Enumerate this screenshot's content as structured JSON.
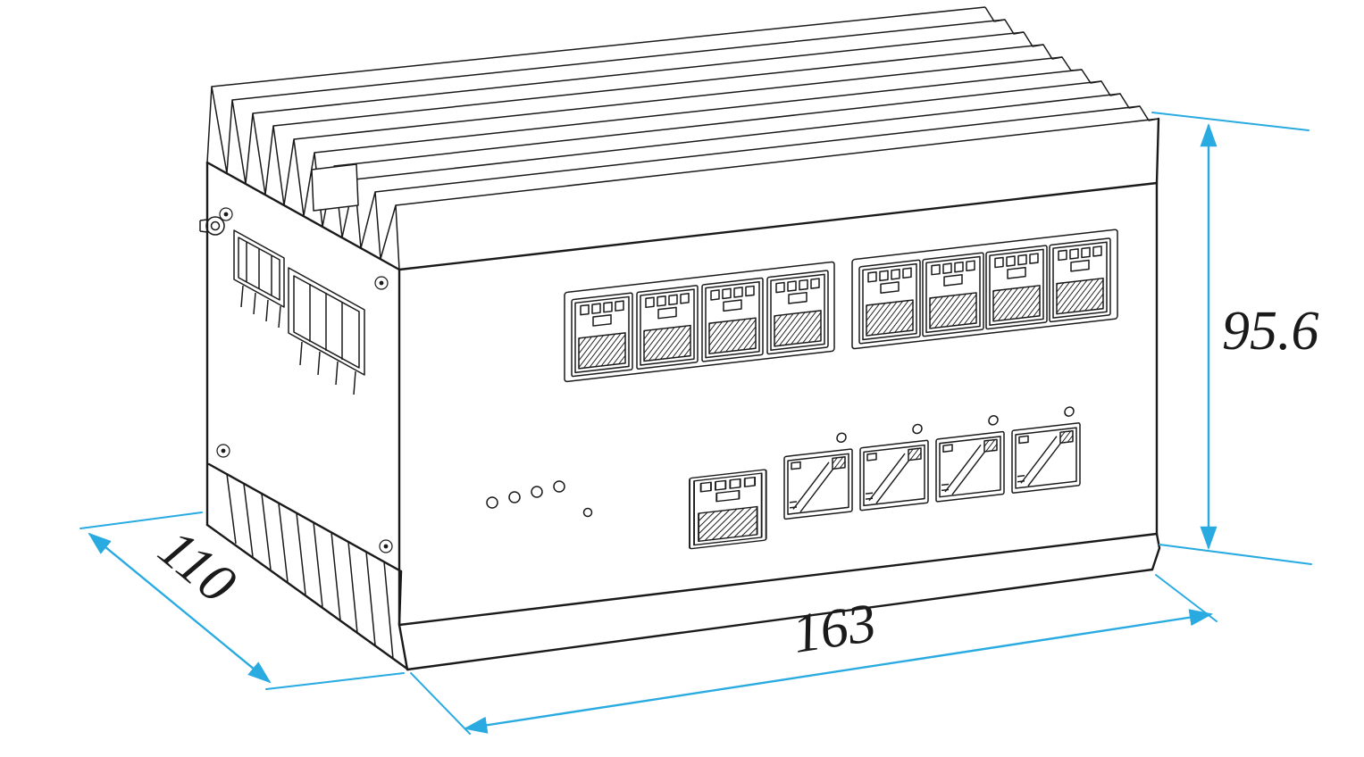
{
  "colors": {
    "accent": "#29ABE2",
    "line": "#1A1A1A",
    "background": "#FFFFFF"
  },
  "dimensions": {
    "depth": {
      "value": "110"
    },
    "width": {
      "value": "163"
    },
    "height": {
      "value": "95.6"
    }
  }
}
